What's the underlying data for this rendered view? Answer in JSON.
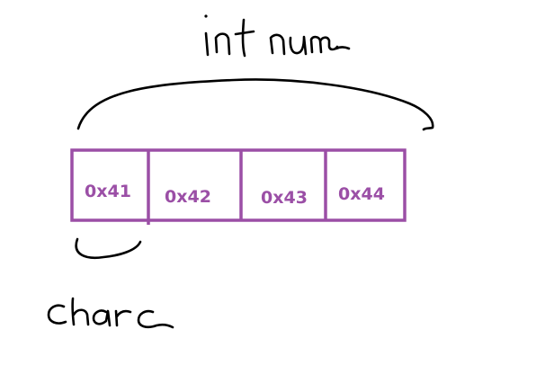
{
  "diagram": {
    "bytes": [
      "0x41",
      "0x42",
      "0x43",
      "0x44"
    ],
    "int_label": "int num",
    "char_label": "char c",
    "colors": {
      "memory": "#9b4fa6",
      "ink": "#000000",
      "background": "#ffffff"
    }
  }
}
